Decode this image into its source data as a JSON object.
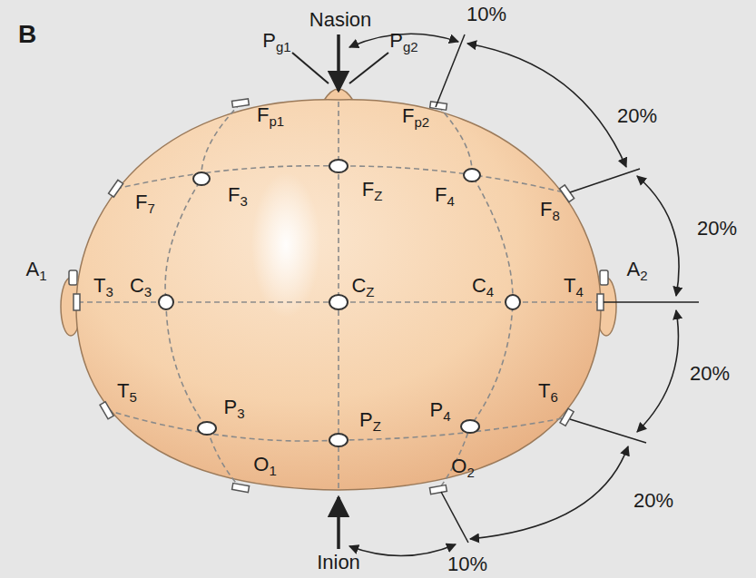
{
  "diagram": {
    "labels": [
      "B",
      "Nasion",
      "10%",
      "Pg1",
      "Pg2",
      "20%",
      "Fp1",
      "Fp2",
      "F7",
      "F3",
      "FZ",
      "F4",
      "F8",
      "20%",
      "A1",
      "T3",
      "C3",
      "CZ",
      "C4",
      "T4",
      "A2",
      "20%",
      "T5",
      "P3",
      "PZ",
      "P4",
      "T6",
      "20%",
      "O1",
      "O2",
      "Inion",
      "10%"
    ]
  }
}
